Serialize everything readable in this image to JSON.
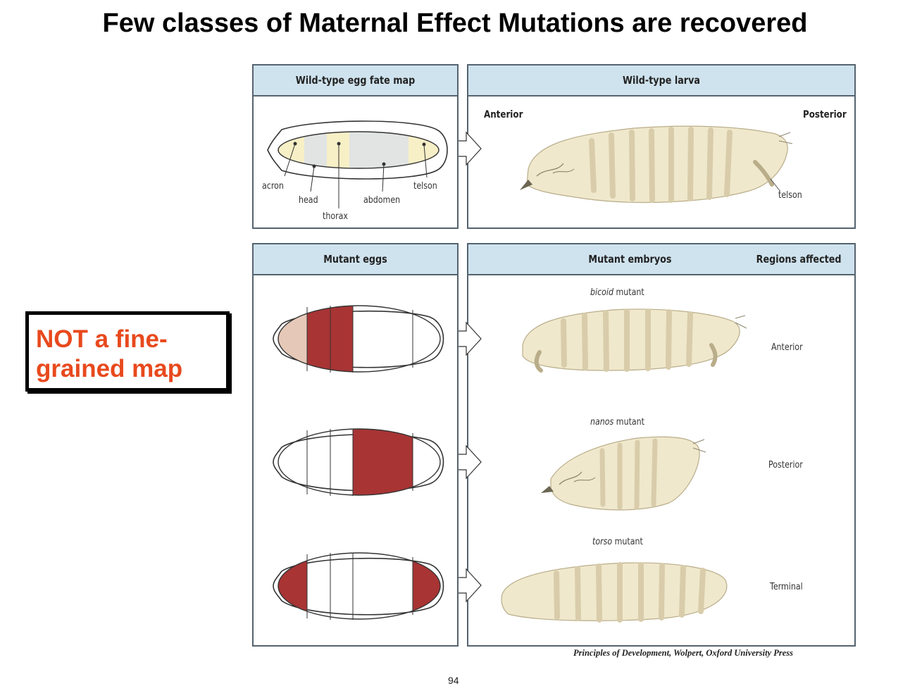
{
  "slide": {
    "title": "Few classes of Maternal Effect Mutations are recovered",
    "callout": "NOT a fine-grained map",
    "credit": "Principles of Development, Wolpert, Oxford University Press",
    "page_number": "94"
  },
  "panels": {
    "wt_egg": {
      "header": "Wild-type egg fate map",
      "labels": {
        "acron": "acron",
        "head": "head",
        "thorax": "thorax",
        "abdomen": "abdomen",
        "telson": "telson"
      }
    },
    "wt_larva": {
      "header": "Wild-type larva",
      "anterior": "Anterior",
      "posterior": "Posterior",
      "telson": "telson"
    },
    "mutant_eggs": {
      "header": "Mutant eggs"
    },
    "mutant_embryos": {
      "header": "Mutant embryos",
      "header_right": "Regions affected",
      "rows": [
        {
          "gene": "bicoid",
          "suffix": " mutant",
          "region": "Anterior"
        },
        {
          "gene": "nanos",
          "suffix": " mutant",
          "region": "Posterior"
        },
        {
          "gene": "torso",
          "suffix": " mutant",
          "region": "Terminal"
        }
      ]
    }
  },
  "colors": {
    "affected": "#a83434",
    "acron_pale": "#e6c8b8",
    "fate_yellow": "#f7efc6",
    "fate_grey": "#e2e4e3",
    "larva_fill": "#f0e8cc",
    "header_bg": "#cfe3ee"
  }
}
